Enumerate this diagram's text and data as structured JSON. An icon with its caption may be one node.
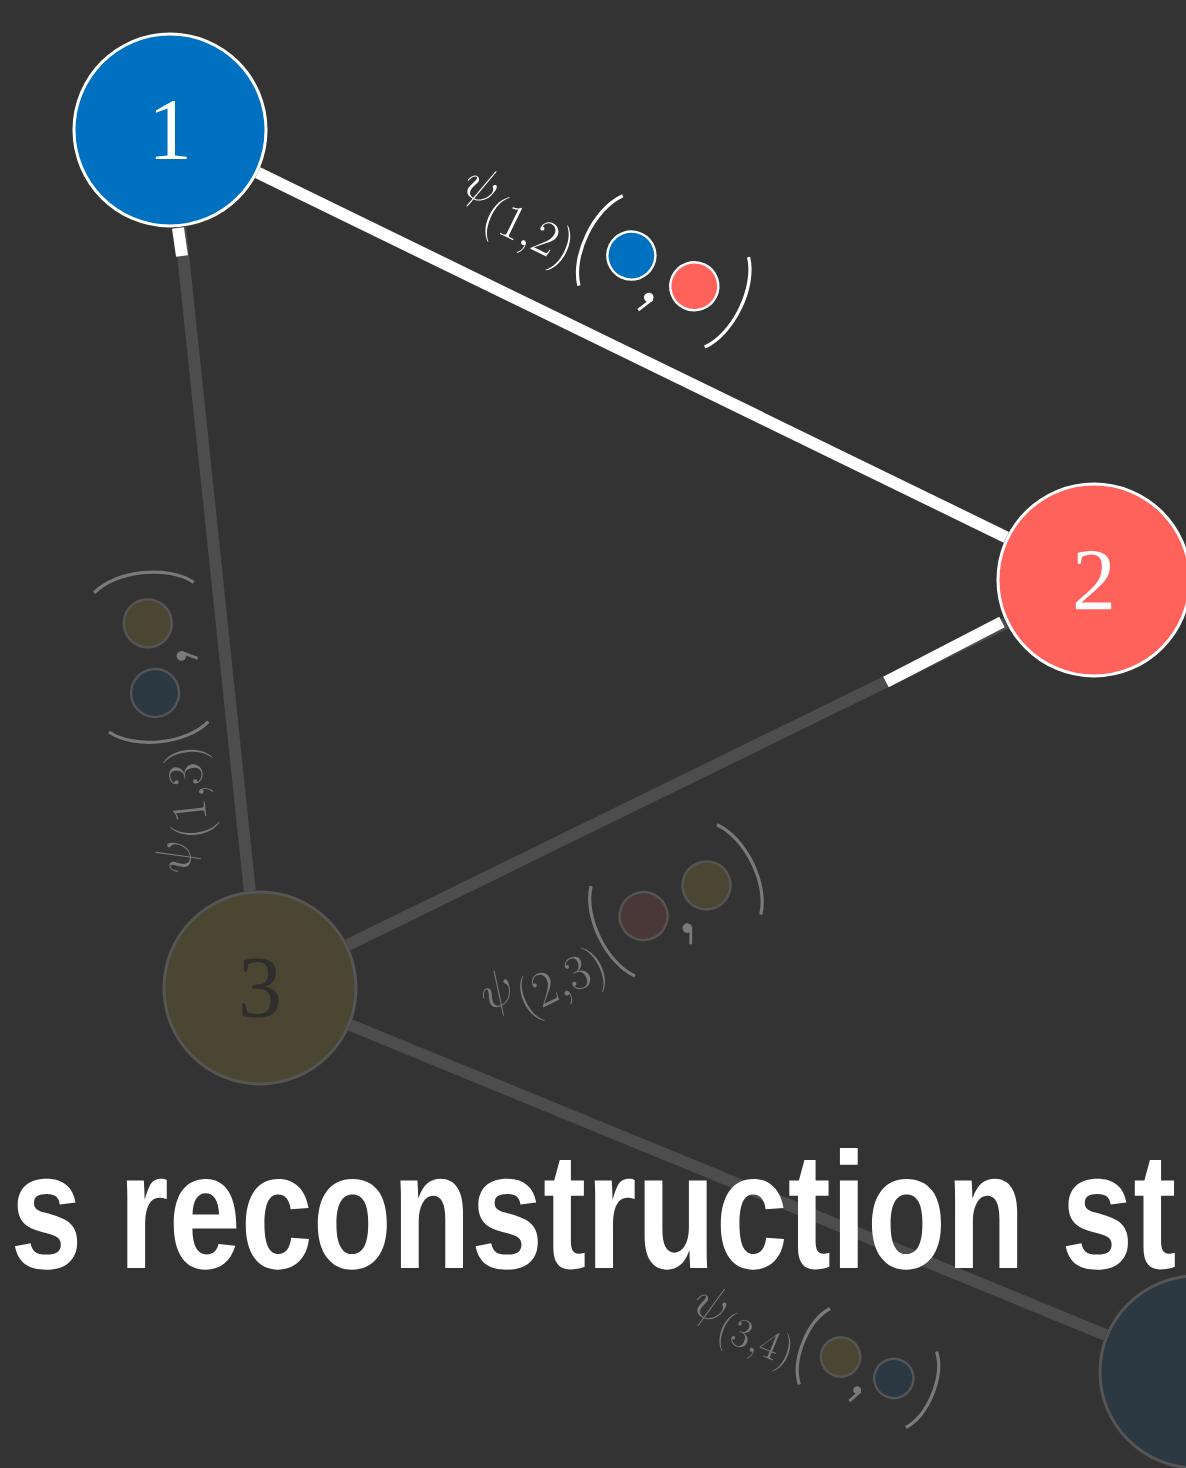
{
  "diagram": {
    "nodes": [
      {
        "text": [
          "1"
        ]
      },
      {
        "text": [
          "2"
        ]
      },
      {
        "text": [
          "3"
        ]
      },
      {
        "text": [],
        "shape": "circle"
      }
    ],
    "edges": [
      {
        "from": 0,
        "to": 1,
        "arrow": "none",
        "label": "\\psi_{(1, 2)}",
        "color": "#ffffff"
      },
      {
        "from": 0,
        "to": 2,
        "arrow": "none",
        "label": "\\psi_{(1, 3)}"
      },
      {
        "from": 1,
        "to": 2,
        "arrow": "none",
        "label": "\\psi_{(2, 3)}"
      },
      {
        "from": 2,
        "to": 3,
        "arrow": "none",
        "label": "\\psi_{(3, 4)}"
      }
    ],
    "labels": [
      "s reconstruction st"
    ]
  }
}
